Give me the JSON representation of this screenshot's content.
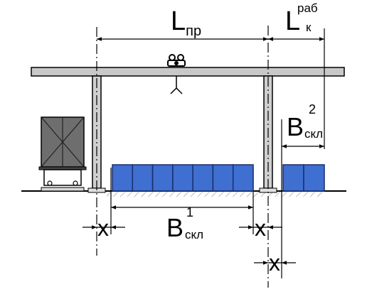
{
  "labels": {
    "span": {
      "main": "L",
      "sub": "пр"
    },
    "console": {
      "main": "L",
      "sup": "раб",
      "sub": "к"
    },
    "width_1": {
      "main": "B",
      "sup": "1",
      "sub": "скл"
    },
    "width_2": {
      "main": "B",
      "sup": "2",
      "sub": "скл"
    },
    "gap_left": "x",
    "gap_mid": "x",
    "gap_right": "x"
  },
  "blocks": {
    "inside_count": 7,
    "outside_count": 2
  },
  "colors": {
    "block_fill": "#3f6fd0",
    "block_stroke": "#1a2f6b",
    "beam_fill": "#c8c8c8",
    "column_fill": "#d0d0d0",
    "wagon_body": "#6e6e6e",
    "hatch": "#9a9a9a"
  },
  "icons": {
    "hoist": "hoist-trolley-icon",
    "hook": "crane-hook-icon",
    "wagon": "railcar-icon"
  }
}
